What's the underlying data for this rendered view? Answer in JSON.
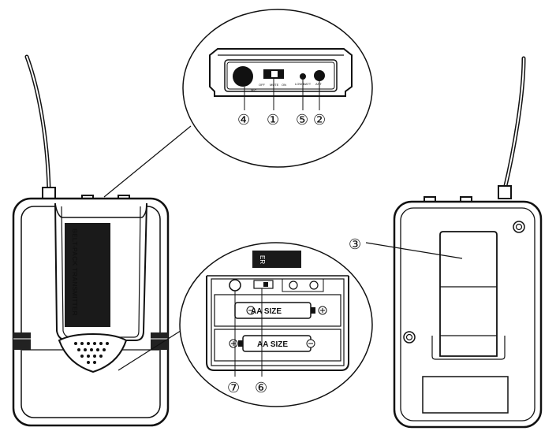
{
  "front_panel": {
    "label_text": "BELT-PACK TRANSMITTER"
  },
  "top_view": {
    "mic_label": "MIC",
    "switch_labels": [
      "OFF",
      "MUTE",
      "ON"
    ],
    "led_label": "LOW BATT",
    "ant_label": "ANT"
  },
  "battery_view": {
    "cell_label_top": "AA SIZE",
    "cell_label_bottom": "AA SIZE",
    "sticker_fragment": "ER"
  },
  "callouts": {
    "c1": "①",
    "c2": "②",
    "c3": "③",
    "c4": "④",
    "c5": "⑤",
    "c6": "⑥",
    "c7": "⑦"
  },
  "colors": {
    "line": "#111111",
    "label_patch": "#1a1a1a",
    "bg": "#ffffff"
  }
}
